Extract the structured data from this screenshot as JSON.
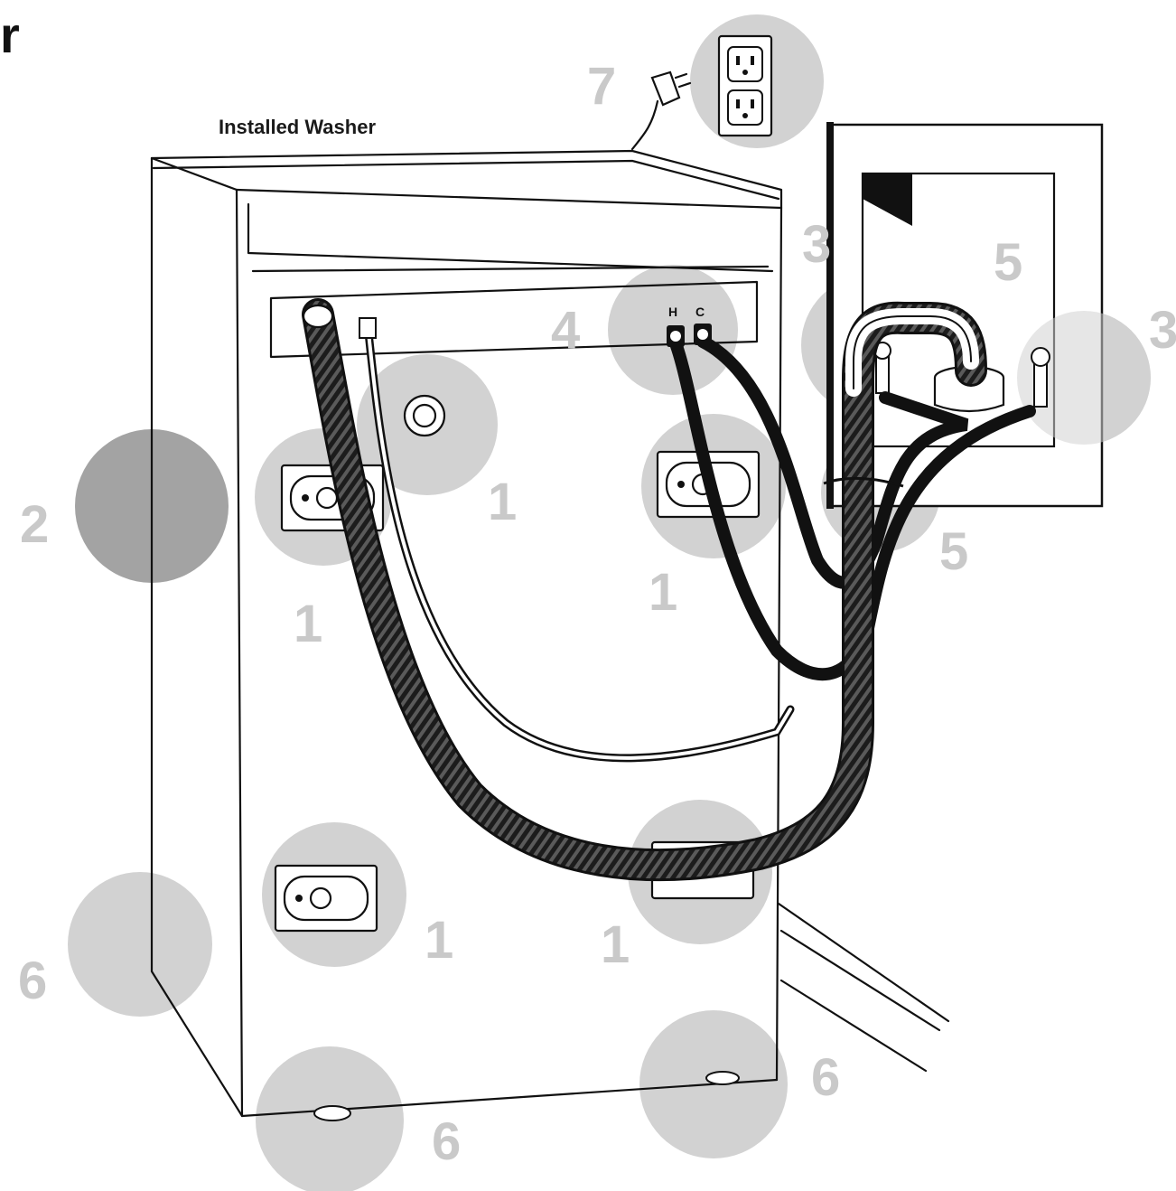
{
  "diagram": {
    "corner_text": "r",
    "caption": "Installed Washer",
    "inlet_labels": {
      "hot": "H",
      "cold": "C"
    },
    "callouts": [
      {
        "id": "outlet-7",
        "number": "7",
        "circle": "light"
      },
      {
        "id": "faucet-left-3",
        "number": "3",
        "circle": "none"
      },
      {
        "id": "faucet-right-3",
        "number": "3",
        "circle": "light"
      },
      {
        "id": "drain-5-top",
        "number": "5",
        "circle": "light"
      },
      {
        "id": "drain-5-bottom",
        "number": "5",
        "circle": "light"
      },
      {
        "id": "inlet-4",
        "number": "4",
        "circle": "light"
      },
      {
        "id": "clearance-2",
        "number": "2",
        "circle": "dark"
      },
      {
        "id": "bolt-upper-left-1",
        "number": "1",
        "circle": "light"
      },
      {
        "id": "bolt-cap-1",
        "number": "1",
        "circle": "light"
      },
      {
        "id": "bolt-upper-right-1",
        "number": "1",
        "circle": "light"
      },
      {
        "id": "bolt-lower-left-1",
        "number": "1",
        "circle": "light"
      },
      {
        "id": "bolt-lower-right-1",
        "number": "1",
        "circle": "light"
      },
      {
        "id": "leveling-left-6",
        "number": "6",
        "circle": "light"
      },
      {
        "id": "leveling-front-6",
        "number": "6",
        "circle": "light"
      },
      {
        "id": "leveling-right-6",
        "number": "6",
        "circle": "light"
      }
    ],
    "colors": {
      "callout_light": "#d2d2d2",
      "callout_dark": "#a3a3a3",
      "number_text": "#c9c9c9",
      "line": "#111111"
    }
  }
}
